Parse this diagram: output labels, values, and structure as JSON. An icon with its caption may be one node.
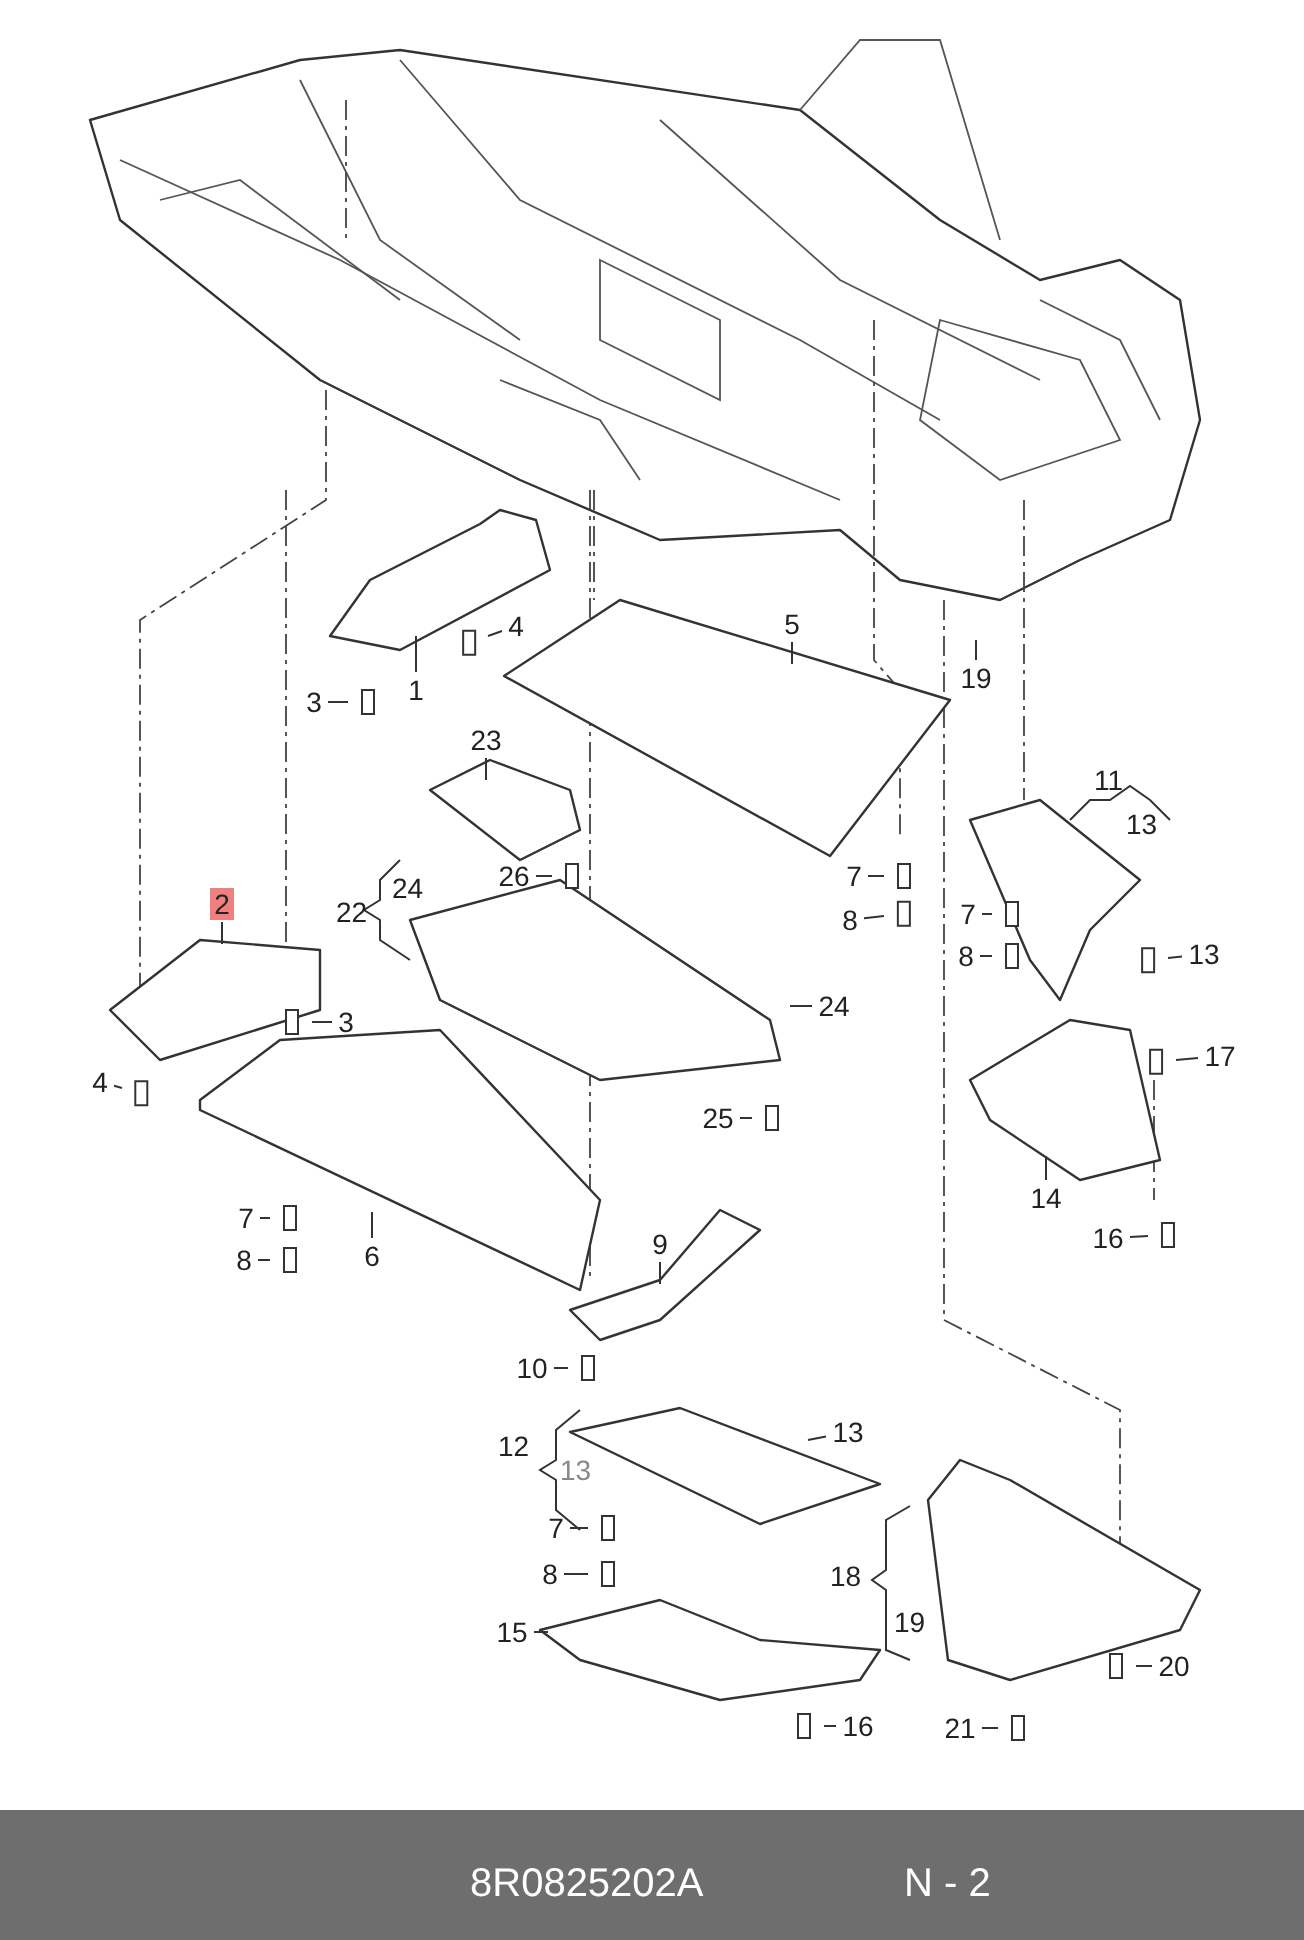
{
  "diagram": {
    "nodes": [
      {
        "text": [
          "1"
        ]
      },
      {
        "text": [
          "4"
        ]
      },
      {
        "text": [
          "3"
        ]
      },
      {
        "text": [
          "5"
        ]
      },
      {
        "text": [
          "23"
        ]
      },
      {
        "text": [
          "26"
        ]
      },
      {
        "text": [
          "2"
        ]
      },
      {
        "text": [
          "3"
        ]
      },
      {
        "text": [
          "4"
        ]
      },
      {
        "text": [
          "24"
        ]
      },
      {
        "text": [
          "25"
        ]
      },
      {
        "text": [
          "7"
        ]
      },
      {
        "text": [
          "8"
        ]
      },
      {
        "text": [
          "7"
        ]
      },
      {
        "text": [
          "8"
        ]
      },
      {
        "text": [
          "13"
        ]
      },
      {
        "text": [
          "17"
        ]
      },
      {
        "text": [
          "14"
        ]
      },
      {
        "text": [
          "16"
        ]
      },
      {
        "text": [
          "19"
        ]
      },
      {
        "text": [
          "6"
        ]
      },
      {
        "text": [
          "7"
        ]
      },
      {
        "text": [
          "8"
        ]
      },
      {
        "text": [
          "9"
        ]
      },
      {
        "text": [
          "10"
        ]
      },
      {
        "text": [
          "13"
        ]
      },
      {
        "text": [
          "7"
        ]
      },
      {
        "text": [
          "8"
        ]
      },
      {
        "text": [
          "15"
        ]
      },
      {
        "text": [
          "16"
        ]
      },
      {
        "text": [
          "20"
        ]
      },
      {
        "text": [
          "21"
        ]
      }
    ],
    "edges": [
      {
        "from": 0,
        "to": null,
        "arrow": "none"
      },
      {
        "from": 1,
        "to": null,
        "arrow": "none"
      },
      {
        "from": 2,
        "to": null,
        "arrow": "none"
      },
      {
        "from": 3,
        "to": null,
        "arrow": "none"
      },
      {
        "from": 4,
        "to": null,
        "arrow": "none"
      },
      {
        "from": 5,
        "to": null,
        "arrow": "none"
      },
      {
        "from": 6,
        "to": null,
        "arrow": "none"
      },
      {
        "from": 7,
        "to": null,
        "arrow": "none"
      },
      {
        "from": 8,
        "to": null,
        "arrow": "none"
      },
      {
        "from": 9,
        "to": null,
        "arrow": "none"
      },
      {
        "from": 10,
        "to": null,
        "arrow": "none"
      },
      {
        "from": 11,
        "to": null,
        "arrow": "none"
      },
      {
        "from": 12,
        "to": null,
        "arrow": "none"
      },
      {
        "from": 13,
        "to": null,
        "arrow": "none"
      },
      {
        "from": 14,
        "to": null,
        "arrow": "none"
      },
      {
        "from": 15,
        "to": null,
        "arrow": "none"
      },
      {
        "from": 16,
        "to": null,
        "arrow": "none"
      },
      {
        "from": 17,
        "to": null,
        "arrow": "none"
      },
      {
        "from": 18,
        "to": null,
        "arrow": "none"
      },
      {
        "from": 19,
        "to": null,
        "arrow": "none"
      },
      {
        "from": 20,
        "to": null,
        "arrow": "none"
      },
      {
        "from": 21,
        "to": null,
        "arrow": "none"
      },
      {
        "from": 22,
        "to": null,
        "arrow": "none"
      },
      {
        "from": 23,
        "to": null,
        "arrow": "none"
      },
      {
        "from": 24,
        "to": null,
        "arrow": "none"
      },
      {
        "from": 25,
        "to": null,
        "arrow": "none"
      },
      {
        "from": 26,
        "to": null,
        "arrow": "none"
      },
      {
        "from": 27,
        "to": null,
        "arrow": "none"
      },
      {
        "from": 28,
        "to": null,
        "arrow": "none"
      },
      {
        "from": 29,
        "to": null,
        "arrow": "none"
      },
      {
        "from": 30,
        "to": null,
        "arrow": "none"
      },
      {
        "from": 31,
        "to": null,
        "arrow": "none"
      }
    ],
    "labels": [
      "11",
      "13",
      "22",
      "24",
      "12",
      "13",
      "18",
      "19",
      "8R0825202A",
      "N - 2"
    ]
  }
}
